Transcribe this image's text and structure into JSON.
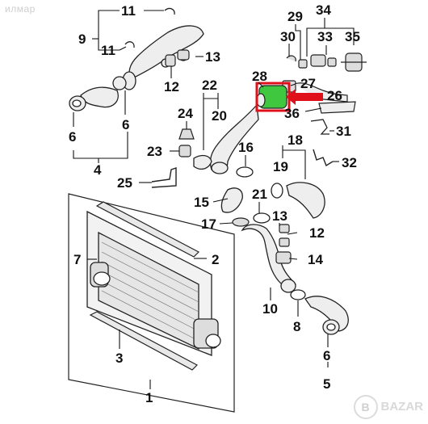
{
  "watermarks": {
    "top_left": "илмар",
    "bottom_right": "BAZAR"
  },
  "colors": {
    "highlight": "#e0101b",
    "highlight_fill": "#3fc83f"
  },
  "callouts": {
    "n1": "1",
    "n2": "2",
    "n3": "3",
    "n4": "4",
    "n5": "5",
    "n6a": "6",
    "n6b": "6",
    "n6c": "6",
    "n7": "7",
    "n8": "8",
    "n9": "9",
    "n10": "10",
    "n11a": "11",
    "n11b": "11",
    "n12a": "12",
    "n12b": "12",
    "n13a": "13",
    "n13b": "13",
    "n14": "14",
    "n15": "15",
    "n16": "16",
    "n17": "17",
    "n18": "18",
    "n19": "19",
    "n20": "20",
    "n21": "21",
    "n22": "22",
    "n23": "23",
    "n24": "24",
    "n25": "25",
    "n26": "26",
    "n27": "27",
    "n28": "28",
    "n29": "29",
    "n30": "30",
    "n31": "31",
    "n32": "32",
    "n33": "33",
    "n34": "34",
    "n35": "35",
    "n36": "36"
  }
}
